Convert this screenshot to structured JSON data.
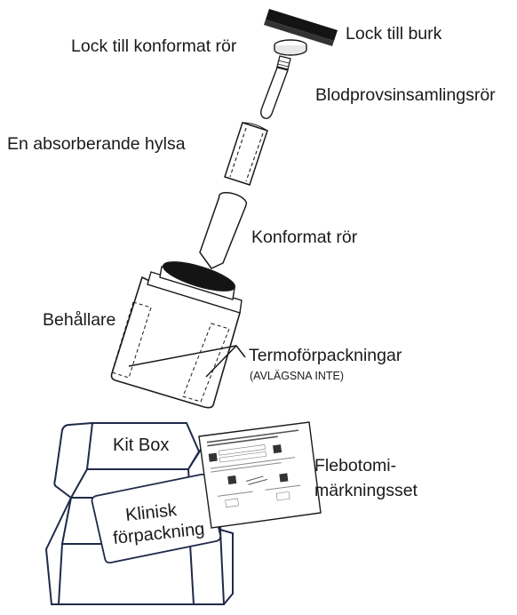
{
  "labels": {
    "lid_can": "Lock till burk",
    "lid_tube": "Lock till konformat rör",
    "blood_tube": "Blodprovsinsamlingsrör",
    "sleeve": "En absorberande hylsa",
    "conical_tube": "Konformat rör",
    "container": "Behållare",
    "thermal_packs": "Termoförpackningar",
    "thermal_packs_note": "(AVLÄGSNA INTE)",
    "kit_box": "Kit Box",
    "clinical_pack_line1": "Klinisk",
    "clinical_pack_line2": "förpackning",
    "phlebotomy_line1": "Flebotomi-",
    "phlebotomy_line2": "märkningsset"
  },
  "colors": {
    "stroke": "#1a1a1a",
    "box_stroke": "#1f2a4a",
    "lid_fill": "#141414",
    "background": "#ffffff"
  }
}
